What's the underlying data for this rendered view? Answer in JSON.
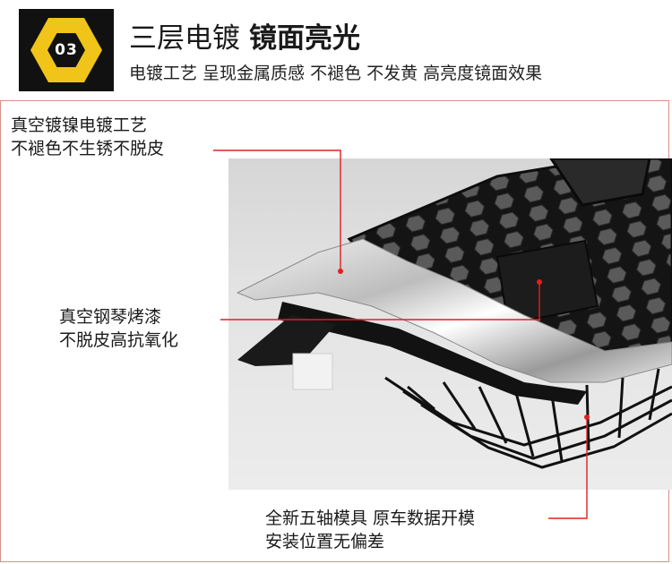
{
  "header": {
    "badge_number": "03",
    "title_regular": "三层电镀",
    "title_bold": "镜面亮光",
    "subtitle": "电镀工艺 呈现金属质感 不褪色 不发黄 高亮度镜面效果"
  },
  "callouts": {
    "plating": {
      "line1": "真空镀镍电镀工艺",
      "line2": "不褪色不生锈不脱皮"
    },
    "paint": {
      "line1": "真空钢琴烤漆",
      "line2": "不脱皮高抗氧化"
    },
    "mold": {
      "line1": "全新五轴模具 原车数据开模",
      "line2": "安装位置无偏差"
    }
  },
  "colors": {
    "badge_yellow": "#f0c419",
    "badge_black": "#111111",
    "frame_border": "#d98f86",
    "leader_red": "#e02020"
  }
}
